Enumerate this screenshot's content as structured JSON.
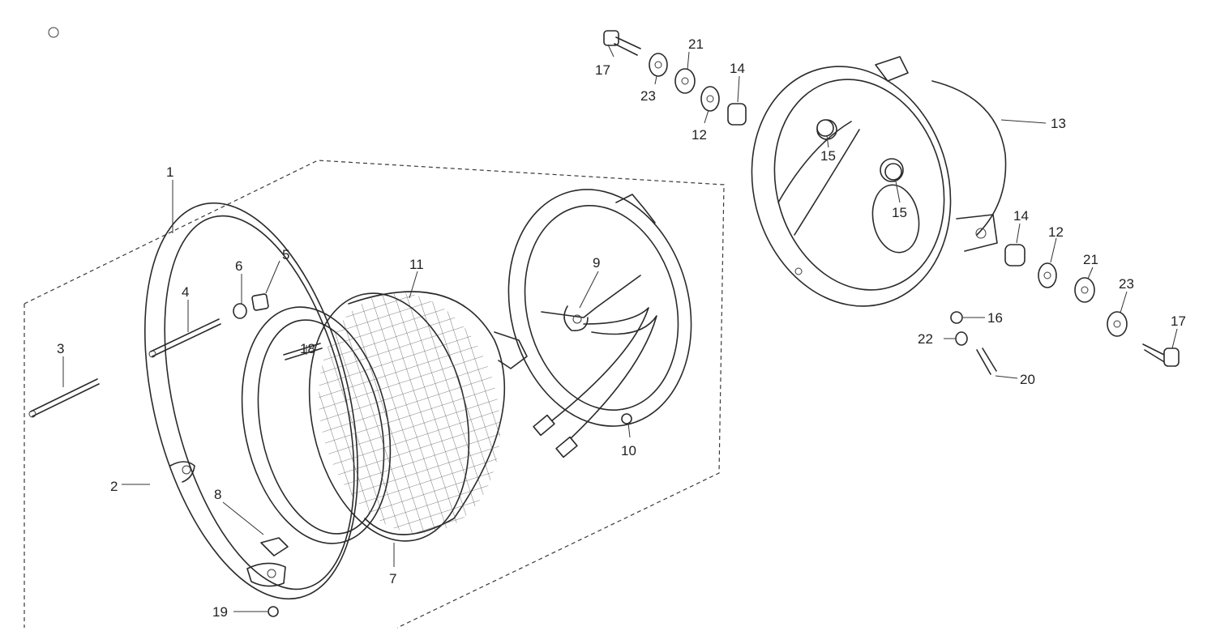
{
  "labels": {
    "l1": "1",
    "l2": "2",
    "l3": "3",
    "l4": "4",
    "l5": "5",
    "l6": "6",
    "l7": "7",
    "l8": "8",
    "l9": "9",
    "l10": "10",
    "l11": "11",
    "l12a": "12",
    "l12b": "12",
    "l13": "13",
    "l14a": "14",
    "l14b": "14",
    "l15a": "15",
    "l15b": "15",
    "l16": "16",
    "l17a": "17",
    "l17b": "17",
    "l18": "18",
    "l19": "19",
    "l20": "20",
    "l21a": "21",
    "l21b": "21",
    "l22": "22",
    "l23a": "23",
    "l23b": "23"
  }
}
